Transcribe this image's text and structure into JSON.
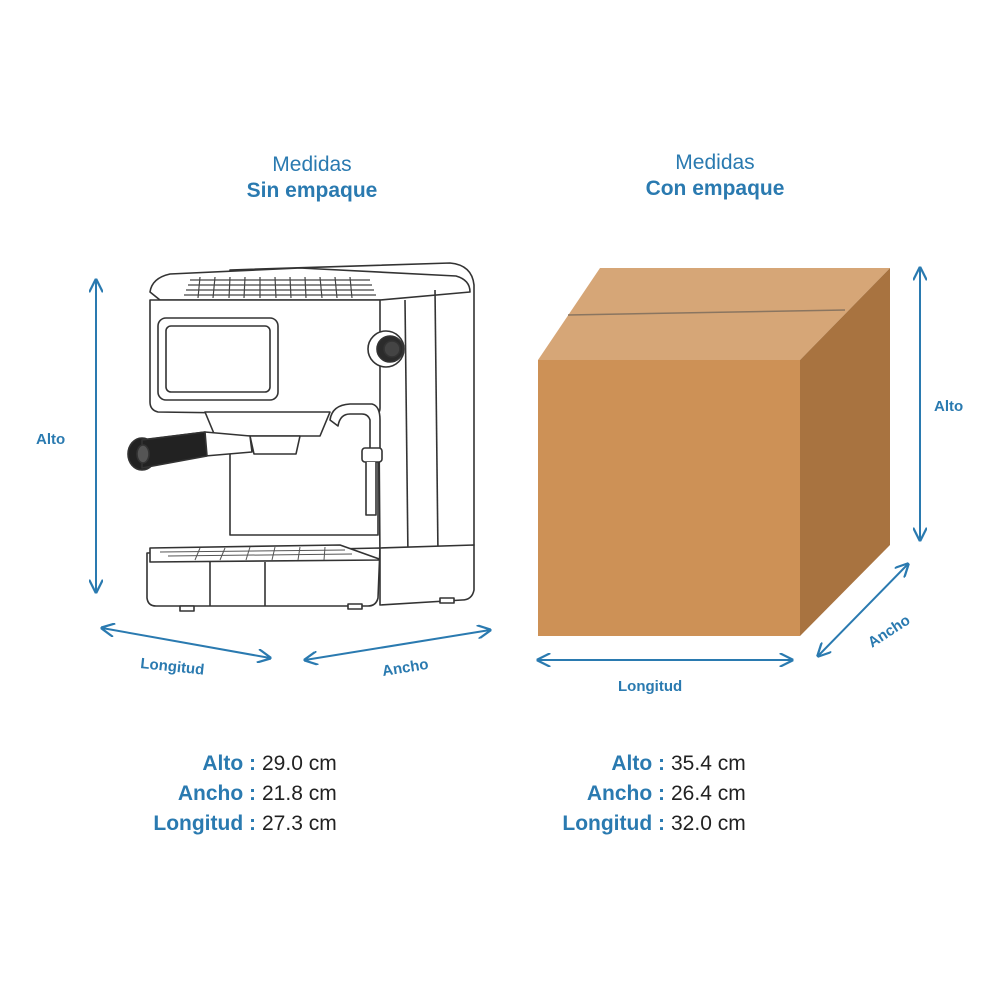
{
  "left": {
    "title_line1": "Medidas",
    "title_line2": "Sin empaque",
    "labels": {
      "alto": "Alto",
      "longitud": "Longitud",
      "ancho": "Ancho"
    },
    "specs": [
      {
        "key": "Alto :",
        "value": "29.0 cm"
      },
      {
        "key": "Ancho :",
        "value": "21.8 cm"
      },
      {
        "key": "Longitud :",
        "value": "27.3 cm"
      }
    ]
  },
  "right": {
    "title_line1": "Medidas",
    "title_line2": "Con empaque",
    "labels": {
      "alto": "Alto",
      "longitud": "Longitud",
      "ancho": "Ancho"
    },
    "specs": [
      {
        "key": "Alto :",
        "value": "35.4 cm"
      },
      {
        "key": "Ancho :",
        "value": "26.4 cm"
      },
      {
        "key": "Longitud :",
        "value": "32.0 cm"
      }
    ]
  },
  "colors": {
    "accent": "#2a7ab0",
    "box_front": "#cd9156",
    "box_top": "#d6a677",
    "box_side": "#a87340"
  }
}
